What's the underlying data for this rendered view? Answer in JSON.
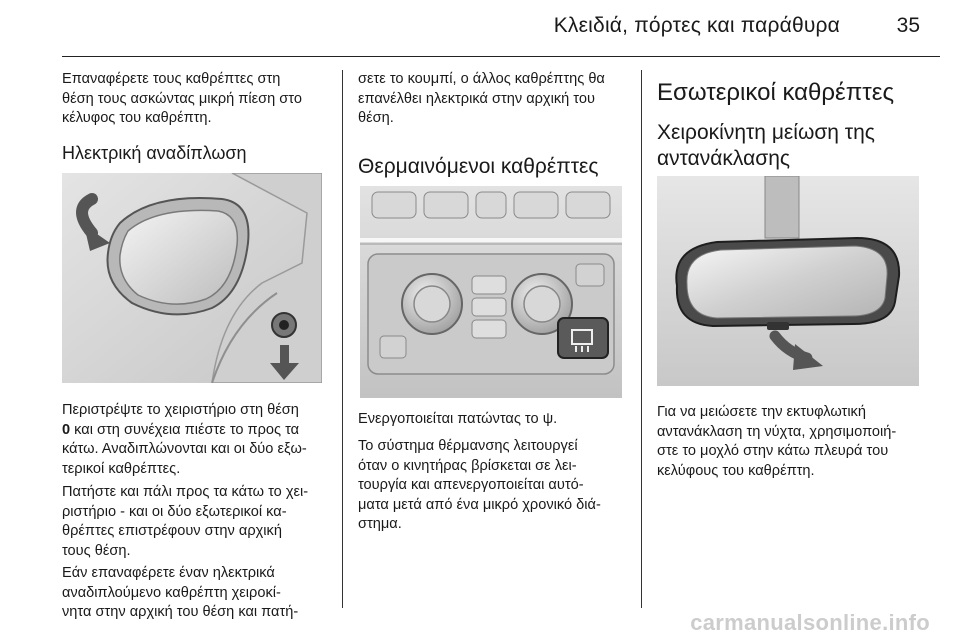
{
  "header": {
    "title": "Κλειδιά, πόρτες και παράθυρα",
    "page_number": "35"
  },
  "col1": {
    "intro_lines": [
      "Επαναφέρετε τους καθρέπτες στη",
      "θέση τους ασκώντας μικρή πίεση στο",
      "κέλυφος του καθρέπτη."
    ],
    "heading": "Ηλεκτρική αναδίπλωση",
    "figure_name": "mirror-fold-illustration",
    "para1_line1": "Περιστρέψτε το χειριστήριο στη θέση",
    "para1_bold": "0",
    "para1_line2_rest": " και στη συνέχεια πιέστε το προς τα",
    "para1_more": [
      "κάτω. Αναδιπλώνονται και οι δύο εξω-",
      "τερικοί καθρέπτες."
    ],
    "para2": [
      "Πατήστε και πάλι προς τα κάτω το χει-",
      "ριστήριο - και οι δύο εξωτερικοί κα-",
      "θρέπτες επιστρέφουν στην αρχική",
      "τους θέση."
    ],
    "para3": [
      "Εάν επαναφέρετε έναν ηλεκτρικά",
      "αναδιπλούμενο καθρέπτη χειροκί-",
      "νητα στην αρχική του θέση και πατή-"
    ]
  },
  "col2": {
    "intro_lines": [
      "σετε το κουμπί, ο άλλος καθρέπτης θα",
      "επανέλθει ηλεκτρικά στην αρχική του",
      "θέση."
    ],
    "heading": "Θερμαινόμενοι καθρέπτες",
    "activate_text": "Ενεργοποιείται πατώντας το",
    "activate_symbol": "ψ.",
    "para": [
      "Το σύστημα θέρμανσης λειτουργεί",
      "όταν ο κινητήρας βρίσκεται σε λει-",
      "τουργία και απενεργοποιείται αυτό-",
      "ματα μετά από ένα μικρό χρονικό διά-",
      "στημα."
    ]
  },
  "col3": {
    "heading": "Εσωτερικοί καθρέπτες",
    "subheading_lines": [
      "Χειροκίνητη μείωση της",
      "αντανάκλασης"
    ],
    "para": [
      "Για να μειώσετε την εκτυφλωτική",
      "αντανάκλαση τη νύχτα, χρησιμοποιή-",
      "στε το μοχλό στην κάτω πλευρά του",
      "κελύφους του καθρέπτη."
    ]
  },
  "watermark": "carmanualsonline.info"
}
